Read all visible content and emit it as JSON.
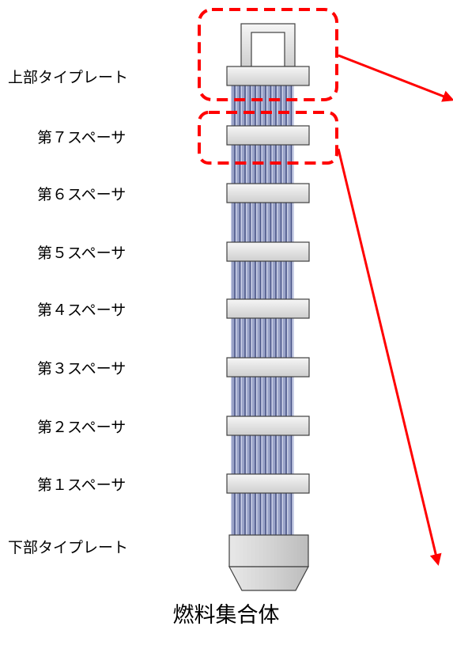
{
  "labels": {
    "upper_tie_plate": "上部タイプレート",
    "spacer_7": "第７スペーサ",
    "spacer_6": "第６スペーサ",
    "spacer_5": "第５スペーサ",
    "spacer_4": "第４スペーサ",
    "spacer_3": "第３スペーサ",
    "spacer_2": "第２スペーサ",
    "spacer_1": "第１スペーサ",
    "lower_tie_plate": "下部タイプレート"
  },
  "title": "燃料集合体",
  "colors": {
    "highlight": "#ff0000",
    "rod": "#9aa3c8",
    "rod_dark": "#4a5588",
    "plate_fill": "#e6e6e6",
    "outline": "#404040"
  }
}
